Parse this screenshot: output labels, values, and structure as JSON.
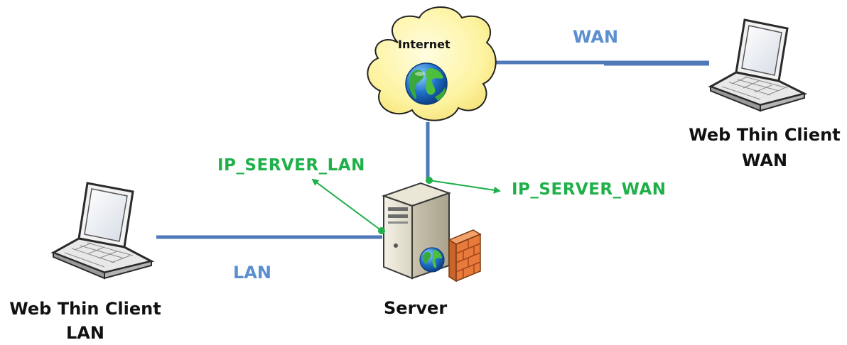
{
  "labels": {
    "internet": "Internet",
    "wan": "WAN",
    "lan": "LAN",
    "server": "Server",
    "client_wan_line1": "Web Thin Client",
    "client_wan_line2": "WAN",
    "client_lan_line1": "Web Thin Client",
    "client_lan_line2": "LAN",
    "ip_server_lan": "IP_SERVER_LAN",
    "ip_server_wan": "IP_SERVER_WAN"
  },
  "colors": {
    "link_blue": "#4f79b8",
    "label_blue": "#5b8fcf",
    "annotation_green": "#1fb04a",
    "cloud_fill": "#fdf6a8",
    "cloud_stroke": "#222222"
  },
  "icons": {
    "internet": "cloud-globe-icon",
    "server": "server-firewall-icon",
    "client": "laptop-icon"
  }
}
